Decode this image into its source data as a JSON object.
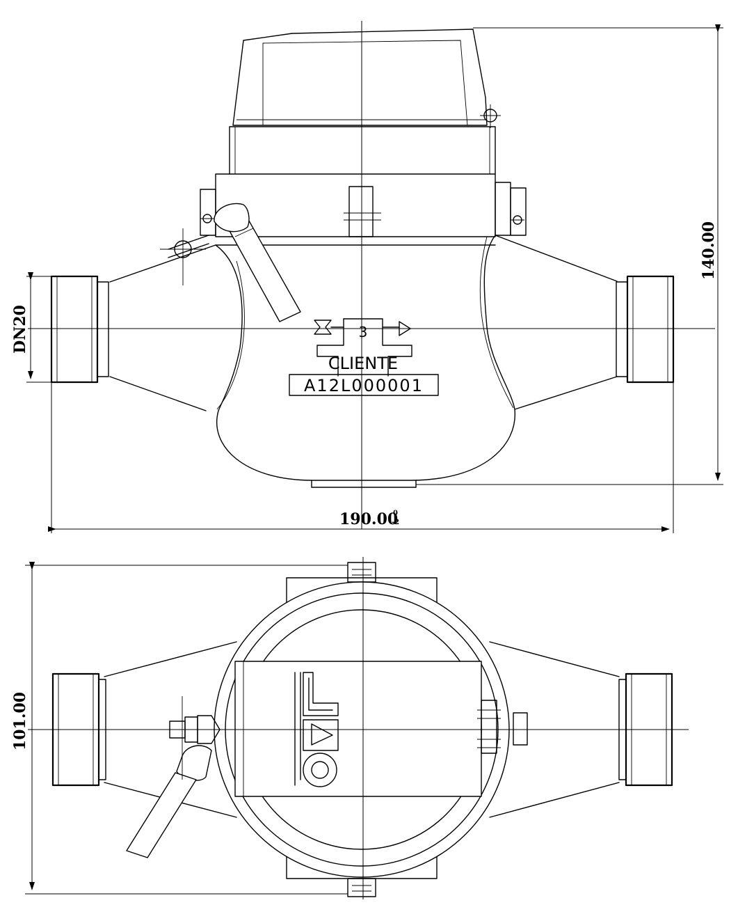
{
  "dimensions": {
    "length": "190.00",
    "length_tol_upper": "0",
    "length_tol_lower": "-2",
    "height": "140.00",
    "width": "101.00",
    "nominal_diameter": "DN20"
  },
  "front_view": {
    "flow_number": "3",
    "customer_label": "CLIENTE",
    "serial_number": "A12L000001"
  }
}
